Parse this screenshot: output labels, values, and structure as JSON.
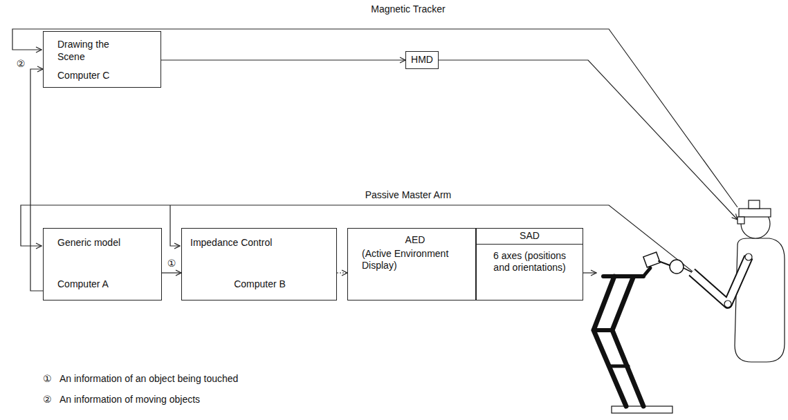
{
  "diagram": {
    "nodes": [
      {
        "text": [
          "Drawing the Scene",
          "Computer C"
        ]
      },
      {
        "text": [
          "HMD"
        ]
      },
      {
        "text": [
          "Generic model",
          "Computer A"
        ]
      },
      {
        "text": [
          "Impedance Control",
          "Computer B"
        ]
      },
      {
        "text": [
          "AED",
          "(Active Environment Display)"
        ]
      },
      {
        "text": [
          "SAD",
          "6 axes (positions and orientations)"
        ]
      }
    ],
    "edges": [
      {
        "from": 0,
        "to": 1,
        "arrow": "to"
      },
      {
        "from": 2,
        "to": 0,
        "label": "②",
        "arrow": "to"
      },
      {
        "from": 2,
        "to": 3,
        "label": "①",
        "arrow": "to"
      },
      {
        "from": 3,
        "to": 4,
        "arrow": "to"
      }
    ],
    "labels": [
      "Magnetic Tracker",
      "Passive Master Arm",
      "①",
      "An information of an object being touched",
      "②",
      "An information of moving objects"
    ]
  }
}
